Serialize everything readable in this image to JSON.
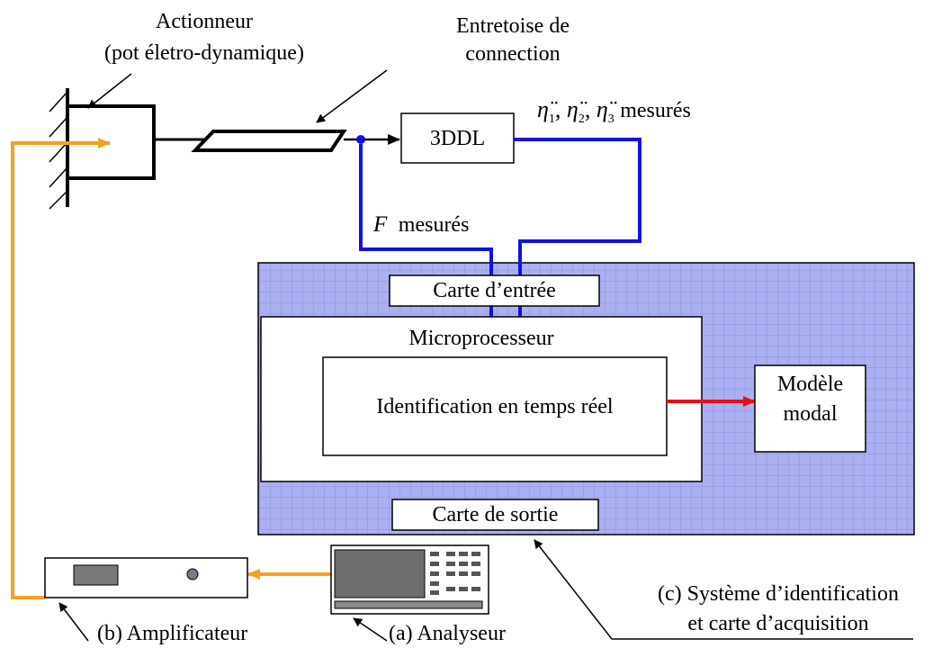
{
  "labels": {
    "actuator_line1": "Actionneur",
    "actuator_line2": "(pot életro-dynamique)",
    "spacer_line1": "Entretoise de",
    "spacer_line2": "connection",
    "model_box": "3DDL",
    "accel_measured": "mesurés",
    "force_symbol": "F",
    "force_measured": "mesurés",
    "input_card": "Carte d’entrée",
    "microprocessor": "Microprocesseur",
    "identification": "Identification en temps réel",
    "modal_model_line1": "Modèle",
    "modal_model_line2": "modal",
    "output_card": "Carte de sortie",
    "system_line1": "(c) Système d’identification",
    "system_line2": "et carte d’acquisition",
    "amplifier": "(b) Amplificateur",
    "analyzer": "(a) Analyseur"
  },
  "accel_symbols": [
    "η̈",
    "η̈",
    "η̈"
  ],
  "accel_subscripts": [
    "1",
    "2",
    "3"
  ],
  "colors": {
    "signal_blue": "#1010e0",
    "drive_orange": "#f5a020",
    "output_red": "#e81010",
    "panel_fill": "#aab0f0",
    "panel_grid": "#8890e0"
  }
}
